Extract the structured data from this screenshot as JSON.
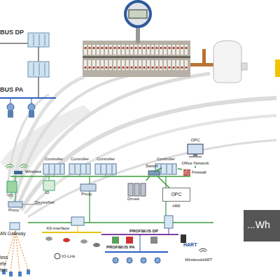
{
  "diagram": {
    "nodes": [
      {
        "text": [
          "Controller"
        ]
      },
      {
        "text": [
          "Controller"
        ]
      },
      {
        "text": [
          "Controller"
        ]
      },
      {
        "text": [
          "Controller"
        ]
      },
      {
        "text": [
          "OPC",
          "Office Network"
        ]
      },
      {
        "text": [
          "Firewall"
        ]
      },
      {
        "text": [
          "Switch"
        ]
      },
      {
        "text": [
          "Drives"
        ]
      },
      {
        "text": [
          "OPC",
          "HMI"
        ]
      },
      {
        "text": [
          "...Wh"
        ]
      }
    ],
    "edges": [
      {
        "from": 4,
        "to": 5,
        "arrow": "none"
      },
      {
        "from": 5,
        "to": 3,
        "arrow": "none"
      },
      {
        "from": 3,
        "to": 6,
        "arrow": "none"
      },
      {
        "from": 6,
        "to": 7,
        "arrow": "none"
      },
      {
        "from": 6,
        "to": 8,
        "arrow": "none"
      }
    ],
    "labels": [
      "BUS DP",
      "BUS PA",
      "Wireless",
      "I/O",
      "IO",
      "Proxy",
      "DeviceNet",
      "Proxy",
      "AN Gateway",
      "AS-interface",
      "IO-Link",
      "PROFIBUS DP",
      "PROFIBUS PA",
      "HART",
      "WirelessHART",
      "less",
      "ete",
      "tors"
    ]
  }
}
